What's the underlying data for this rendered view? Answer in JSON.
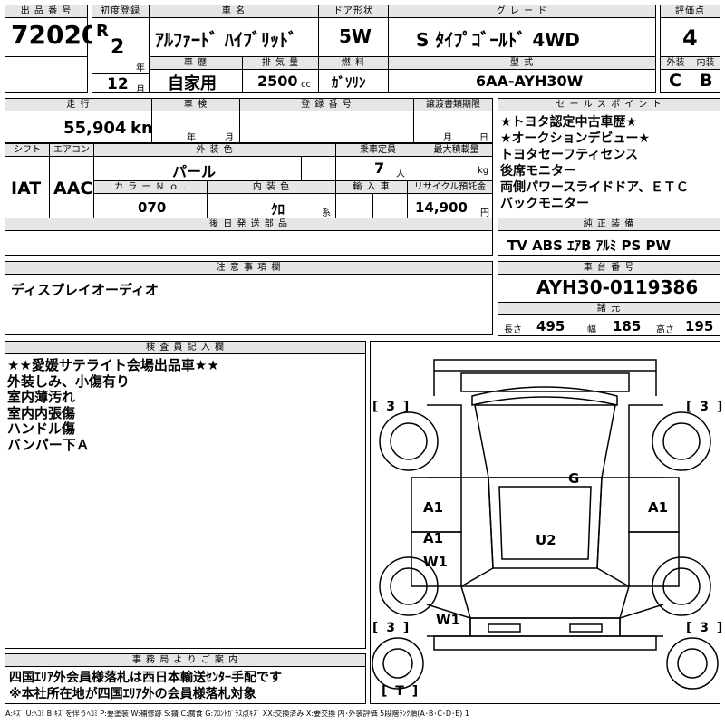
{
  "header_row": {
    "lot_label": "出 品 番 号",
    "lot_no": "72020",
    "first_reg_label": "初度登録",
    "era": "R",
    "year_value": "2",
    "year_unit": "年",
    "month_value": "12",
    "month_unit": "月",
    "car_name_label": "車 名",
    "car_name": "ｱﾙﾌｧｰﾄﾞ ﾊｲﾌﾞﾘｯﾄﾞ",
    "door_label": "ドア形状",
    "door": "5W",
    "grade_label": "グ レ ー ド",
    "grade": "S ﾀｲﾌﾟｺﾞｰﾙﾄﾞ 4WD",
    "score_label": "評価点",
    "score": "4",
    "history_label": "車 歴",
    "history": "自家用",
    "displacement_label": "排 気 量",
    "displacement": "2500",
    "displacement_unit": "cc",
    "fuel_label": "燃 料",
    "fuel": "ｶﾞｿﾘﾝ",
    "model_label": "型 式",
    "model_code": "6AA-AYH30W",
    "exterior_label": "外装",
    "exterior_grade": "C",
    "interior_label": "内装",
    "interior_grade": "B"
  },
  "row2": {
    "mileage_label": "走 行",
    "mileage": "55,904",
    "mileage_unit": "km",
    "inspection_label": "車 検",
    "insp_year_unit": "年",
    "insp_month_unit": "月",
    "plate_label": "登 録 番 号",
    "transfer_label": "譲渡書類期限",
    "transfer_month_unit": "月",
    "transfer_day_unit": "日",
    "shift_label": "シフト",
    "shift": "IAT",
    "ac_label": "エアコン",
    "ac": "AAC",
    "color_label": "外 装 色",
    "color": "パール",
    "capacity_label": "乗車定員",
    "capacity": "7",
    "capacity_unit": "人",
    "load_label": "最大積載量",
    "load_unit": "kg",
    "color_no_label": "カ ラ ー Ｎ ｏ .",
    "color_no": "070",
    "int_color_label": "内 装 色",
    "int_color": "ｸﾛ",
    "int_color_unit": "系",
    "import_label": "輸 入 車",
    "recycle_label": "リサイクル預託金",
    "recycle": "14,900",
    "recycle_unit": "円",
    "later_parts_label": "後 日 発 送 部 品"
  },
  "sales_points": {
    "label": "セ ー ル ス ポ イ ン ト",
    "lines": [
      "★トヨタ認定中古車歴★",
      "★オークションデビュー★",
      "トヨタセーフティセンス",
      "後席モニター",
      "両側パワースライドドア、ＥＴＣ",
      "バックモニター"
    ]
  },
  "equipment": {
    "label": "純 正 装 備",
    "items": "TV ABS ｴｱB ｱﾙﾐ PS PW"
  },
  "notes": {
    "label": "注 意 事 項 欄",
    "text": "ディスプレイオーディオ"
  },
  "chassis": {
    "label": "車 台 番 号",
    "number": "AYH30-0119386"
  },
  "dimensions": {
    "label": "諸 元",
    "length_label": "長さ",
    "length": "495",
    "width_label": "幅",
    "width": "185",
    "height_label": "高さ",
    "height": "195"
  },
  "inspector": {
    "label": "検 査 員 記 入 欄",
    "lines": [
      "★★愛媛サテライト会場出品車★★",
      "外装しみ、小傷有り",
      "室内薄汚れ",
      "室内内張傷",
      "ハンドル傷",
      "バンパー下Ａ"
    ]
  },
  "office": {
    "label": "事 務 局 よ り ご 案 内",
    "lines": [
      "四国ｴﾘｱ外会員様落札は西日本輸送ｾﾝﾀｰ手配です",
      "※本社所在地が四国ｴﾘｱ外の会員様落札対象"
    ]
  },
  "diagram": {
    "tire_fl": "[ 3 ]",
    "tire_fr": "[ 3 ]",
    "tire_rl": "[ 3 ]",
    "tire_rr": "[ 3 ]",
    "tire_t": "[ T ]",
    "marks": [
      "G",
      "A1",
      "A1",
      "A1",
      "W1",
      "U2",
      "W1"
    ]
  },
  "legend": "A:ｷｽﾞ U:ﾍｺﾐ B:ｷｽﾞを伴うﾍｺﾐ P:要塗装 W:補修跡 S:錆 C:腐食 G:ﾌﾛﾝﾄｶﾞﾗｽ点ｷｽﾞ XX:交換済み X:要交換 内･外装評価 5段階ﾗﾝｸ順(A･B･C･D･E) 1"
}
